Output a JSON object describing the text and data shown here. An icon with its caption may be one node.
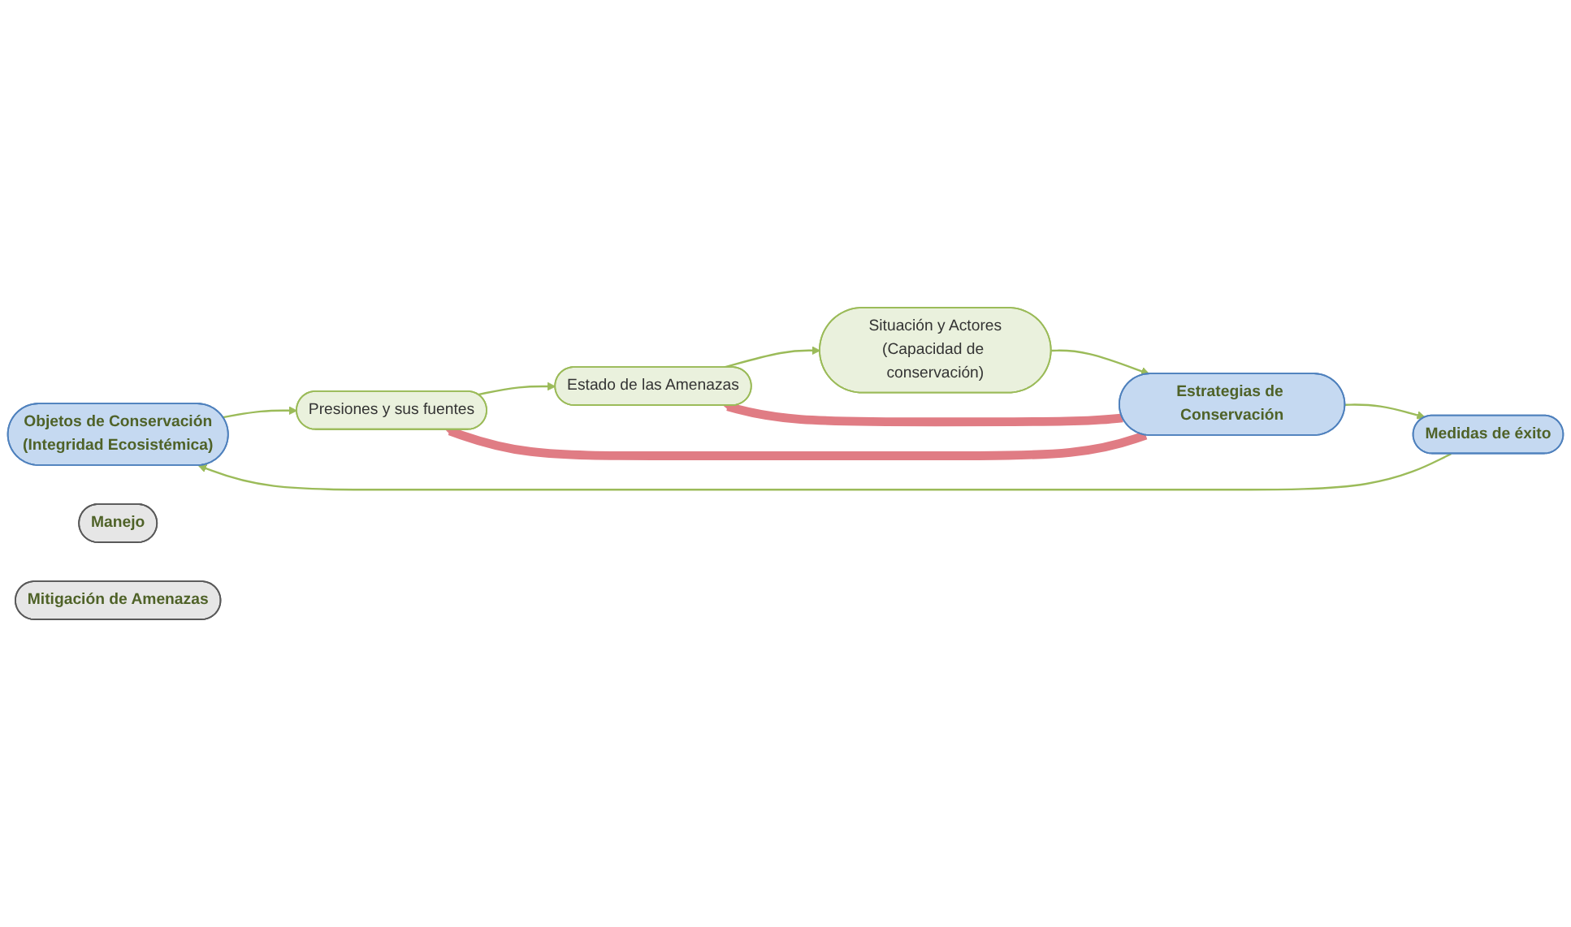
{
  "diagram": {
    "nodes": [
      {
        "text": [
          "Objetos de Conservación",
          "(Integridad Ecosistémica)"
        ]
      },
      {
        "text": [
          "Presiones y sus fuentes"
        ]
      },
      {
        "text": [
          "Estado de las Amenazas"
        ]
      },
      {
        "text": [
          "Medidas de éxito"
        ]
      },
      {
        "text": [
          "Manejo"
        ]
      },
      {
        "text": [
          "Mitigación de Amenazas"
        ]
      },
      {
        "text": [
          "Estrategias de Conservación"
        ]
      },
      {
        "text": [
          "Situación y Actores",
          "(Capacidad de conservación)"
        ]
      }
    ],
    "edges": [
      {
        "from": 0,
        "to": 1,
        "arrow": "to"
      },
      {
        "from": 1,
        "to": 2,
        "arrow": "to"
      },
      {
        "from": 2,
        "to": 7,
        "arrow": "to"
      },
      {
        "from": 7,
        "to": 6,
        "arrow": "to"
      },
      {
        "from": 6,
        "to": 3,
        "arrow": "to"
      },
      {
        "from": 3,
        "to": 0,
        "arrow": "to"
      },
      {
        "from": 6,
        "to": 1,
        "arrow": "to",
        "style": "thick",
        "color": "#e07c84"
      },
      {
        "from": 6,
        "to": 2,
        "arrow": "to",
        "style": "thick",
        "color": "#e07c84"
      }
    ]
  }
}
